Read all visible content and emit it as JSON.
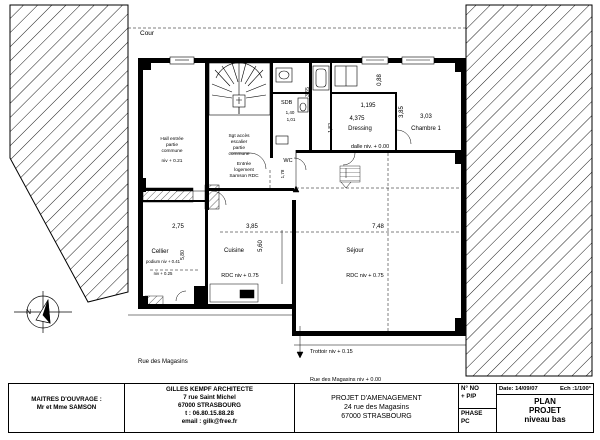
{
  "street_label_court": "Cour",
  "street_label_street": "Rue des Magasins",
  "trottoir_label": "Trottoir niv + 0.15",
  "street_level_label": "Rue des Magasins niv + 0.00",
  "rooms": {
    "hall": [
      "Hall entrée",
      "partie",
      "commune"
    ],
    "hall_level": "niv + 0.21",
    "stair": [
      "Sgt accès",
      "escalier",
      "partie",
      "commune"
    ],
    "entry": [
      "Entrée",
      "logement",
      "Samson RDC"
    ],
    "sdb": "SDB",
    "wc": "WC",
    "dressing": "Dressing",
    "dalle": "dalle niv. + 0.00",
    "chambre": "Chambre 1",
    "cellier": "Cellier",
    "cellier_podium": "podium niv + 0.41",
    "cellier_level": "niv + 0.25",
    "cuisine": "Cuisine",
    "cuisine_level": "RDC niv + 0.75",
    "sejour": "Séjour",
    "sejour_level": "RDC niv + 0.75"
  },
  "dims": {
    "d_2_75": "2,75",
    "d_3_85a": "3,85",
    "d_7_48": "7,48",
    "d_1_195": "1,195",
    "d_3_03": "3,03",
    "d_3_85b": "3,85",
    "d_4_375": "4,375",
    "d_0_88": "0,88",
    "d_5_60": "5,60",
    "d_5_80": "5,80",
    "d_1_82": "1,82",
    "d_3_65": "3,65",
    "d_1_78": "1,78",
    "d_1_40": "1,40",
    "d_1_01": "1,01"
  },
  "title_block": {
    "client_title": "MAITRES D'OUVRAGE :",
    "client_name": "Mr et Mme SAMSON",
    "architect_name": "GILLES KEMPF ARCHITECTE",
    "architect_street": "7 rue Saint Michel",
    "architect_city": "67000 STRASBOURG",
    "architect_tel": "t : 06.80.15.88.28",
    "architect_email": "email : gilk@free.fr",
    "project_title": "PROJET D'AMENAGEMENT",
    "project_street": "24 rue des Magasins",
    "project_city": "67000 STRASBOURG",
    "no_label": "N° NO",
    "pp_label": "+ P/P",
    "phase_label": "PHASE",
    "phase_value": "PC",
    "date_label": "Date: 14/09/07",
    "scale_label": "Ech :1/100°",
    "plan_title_1": "PLAN",
    "plan_title_2": "PROJET",
    "plan_title_3": "niveau bas"
  },
  "north_label": "N"
}
